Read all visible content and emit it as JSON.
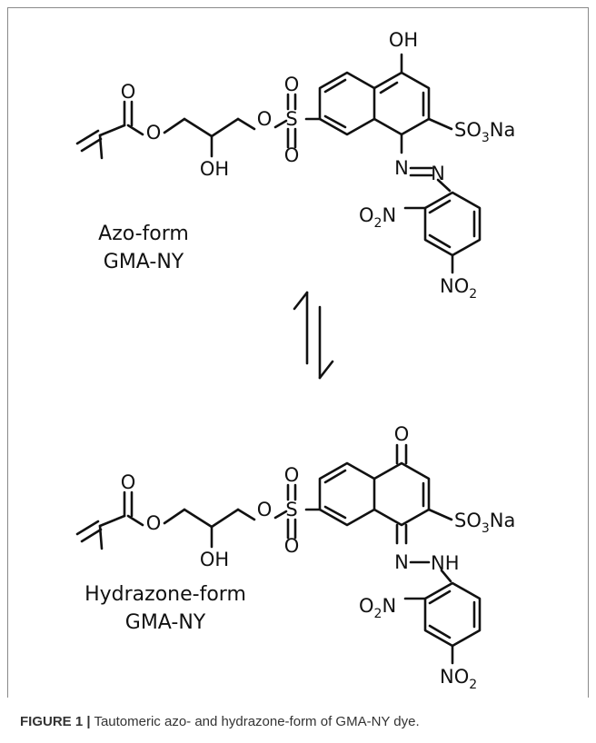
{
  "figure": {
    "top_structure": {
      "name": "Azo-form",
      "code": "GMA-NY"
    },
    "bottom_structure": {
      "name": "Hydrazone-form",
      "code": "GMA-NY"
    },
    "atoms": {
      "o": "O",
      "oh": "OH",
      "s": "S",
      "n": "N",
      "nh": "NH",
      "o2n_a": "O",
      "o2n_b": "2",
      "o2n_c": "N",
      "no2_a": "NO",
      "no2_b": "2",
      "so3na_a": "SO",
      "so3na_b": "3",
      "so3na_c": "Na"
    },
    "colors": {
      "ink": "#111111",
      "frame": "#8a8a8a",
      "caption": "#333333"
    }
  },
  "caption": {
    "label": "FIGURE 1 |",
    "text": " Tautomeric azo- and hydrazone-form of GMA-NY dye."
  }
}
